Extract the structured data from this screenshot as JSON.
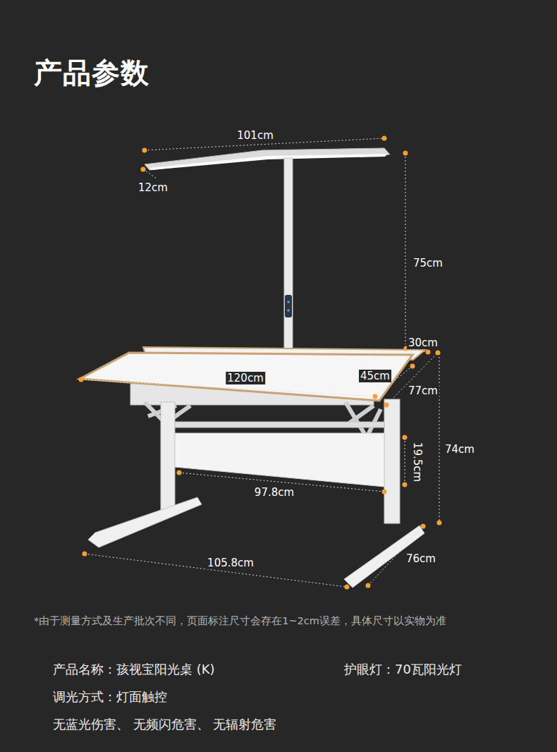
{
  "diagram": {
    "title": "产品参数",
    "labels": [
      "101cm",
      "12cm",
      "75cm",
      "30cm",
      "120cm",
      "45cm",
      "77cm",
      "74cm",
      "19.5cm",
      "97.8cm",
      "105.8cm",
      "76cm",
      "*由于测量方式及生产批次不同，页面标注尺寸会存在1~2cm误差，具体尺寸以实物为准",
      "产品名称：孩视宝阳光桌 (K)",
      "护眼灯：70瓦阳光灯",
      "调光方式：灯面触控",
      "无蓝光伤害、 无频闪危害、 无辐射危害"
    ]
  }
}
